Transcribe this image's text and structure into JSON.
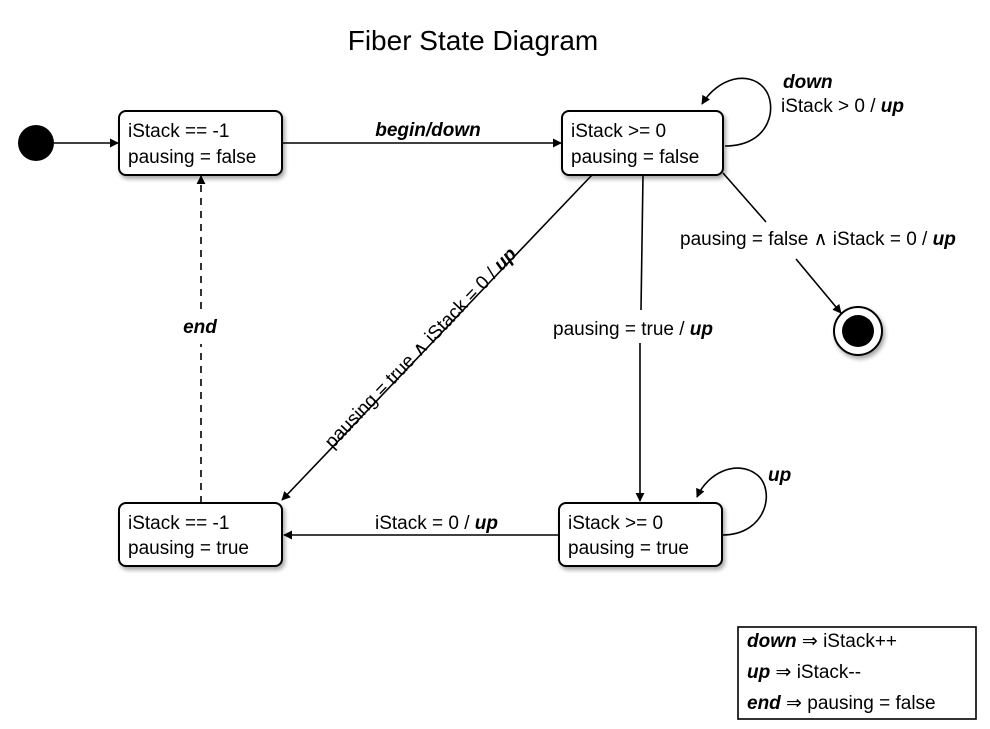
{
  "title": "Fiber State Diagram",
  "states": {
    "s1": {
      "line1": "iStack == -1",
      "line2": "pausing = false"
    },
    "s2": {
      "line1": "iStack >= 0",
      "line2": "pausing = false"
    },
    "s3": {
      "line1": "iStack == -1",
      "line2": "pausing = true"
    },
    "s4": {
      "line1": "iStack >= 0",
      "line2": "pausing = true"
    }
  },
  "transitions": {
    "begin": "begin/down",
    "self_down": {
      "event": "down",
      "guard": "iStack > 0 / ",
      "action": "up"
    },
    "final": {
      "guard": "pausing = false ∧ iStack = 0 / ",
      "action": "up"
    },
    "pause_true": {
      "guard": "pausing = true / ",
      "action": "up"
    },
    "diag": {
      "guard": "pausing = true ∧ iStack = 0 / ",
      "action": "up"
    },
    "end": "end",
    "self_up": "up",
    "bottom": {
      "guard": "iStack = 0 / ",
      "action": "up"
    }
  },
  "legend": [
    {
      "term": "down",
      "definition": " ⇒ iStack++"
    },
    {
      "term": "up",
      "definition": " ⇒ iStack--"
    },
    {
      "term": "end",
      "definition": " ⇒ pausing = false"
    }
  ]
}
